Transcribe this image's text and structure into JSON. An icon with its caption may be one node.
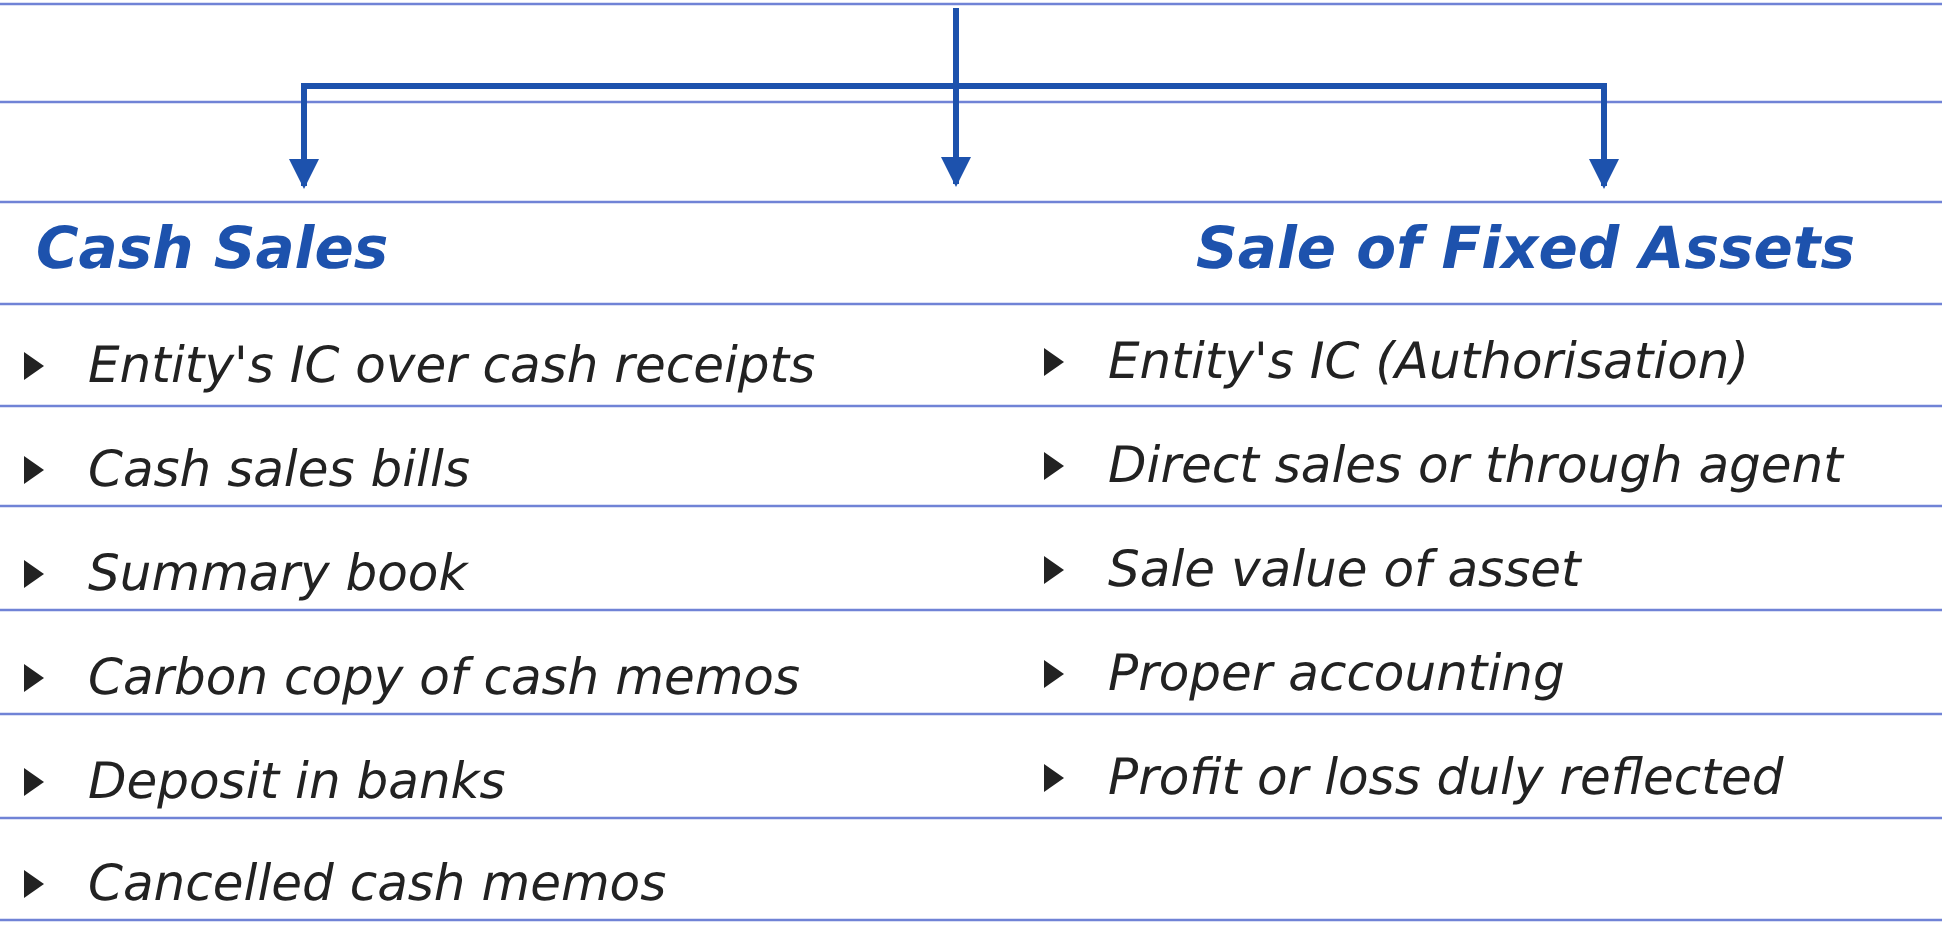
{
  "diagram": {
    "nodes": [
      {
        "text": [
          "Cash Sales"
        ]
      },
      {
        "text": [
          "Sale of Fixed Assets"
        ]
      }
    ],
    "edges": [
      {
        "from": null,
        "to": 0,
        "arrow": "to"
      },
      {
        "from": null,
        "to": 1,
        "arrow": "to"
      }
    ],
    "labels": [
      "Entity's IC over cash receipts",
      "Cash sales bills",
      "Summary book",
      "Carbon copy of cash memos",
      "Deposit in banks",
      "Cancelled cash memos",
      "Entity's IC (Authorisation)",
      "Direct sales or through agent",
      "Sale value of asset",
      "Proper accounting",
      "Profit or loss duly reflected"
    ]
  }
}
